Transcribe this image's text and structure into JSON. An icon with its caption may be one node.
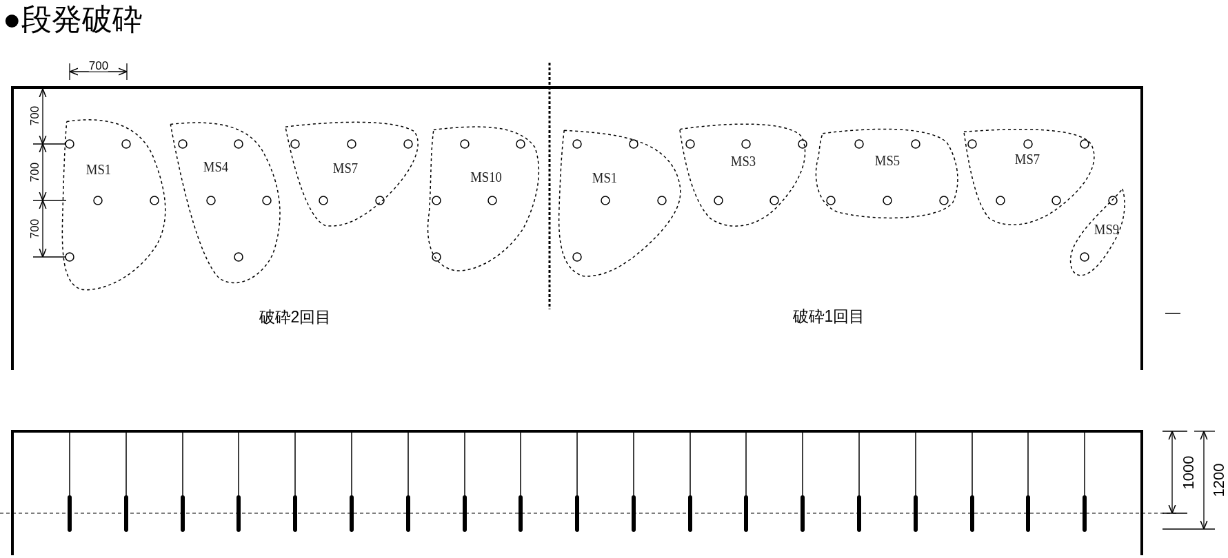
{
  "diagram": {
    "title": "●段発破砕",
    "nodes": [
      {
        "text": [
          "MS1"
        ]
      },
      {
        "text": [
          "MS4"
        ]
      },
      {
        "text": [
          "MS7"
        ]
      },
      {
        "text": [
          "MS10"
        ]
      },
      {
        "text": [
          "MS1"
        ]
      },
      {
        "text": [
          "MS3"
        ]
      },
      {
        "text": [
          "MS5"
        ]
      },
      {
        "text": [
          "MS7"
        ]
      },
      {
        "text": [
          "MS9"
        ]
      }
    ],
    "edges": [],
    "labels": [
      "700",
      "700",
      "700",
      "700",
      "破砕2回目",
      "破砕1回目",
      "1000",
      "1200"
    ]
  }
}
